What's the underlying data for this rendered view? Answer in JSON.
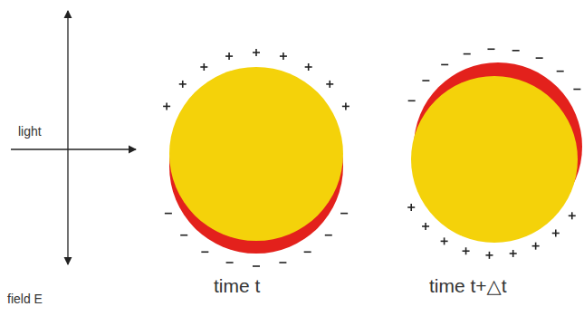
{
  "diagram": {
    "labels": [
      "light",
      "field E",
      "time t",
      "time t+△t"
    ]
  }
}
